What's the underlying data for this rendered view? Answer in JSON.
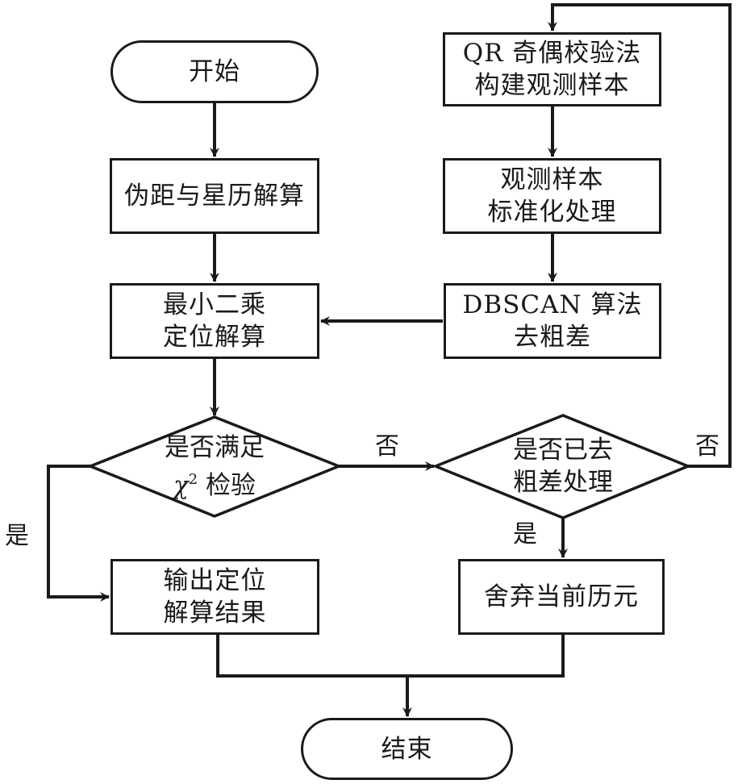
{
  "diagram": {
    "type": "flowchart",
    "nodes": {
      "start": {
        "kind": "terminal",
        "text": "开始"
      },
      "pseudorange": {
        "kind": "process",
        "lines": [
          "伪距与星历解算"
        ]
      },
      "least_squares": {
        "kind": "process",
        "lines": [
          "最小二乘",
          "定位解算"
        ]
      },
      "chi_check": {
        "kind": "decision",
        "line1": "是否满足",
        "chi_symbol": "χ",
        "chi_sup": "2",
        "line2_rest": "检验"
      },
      "output": {
        "kind": "process",
        "lines": [
          "输出定位",
          "解算结果"
        ]
      },
      "qr": {
        "kind": "process",
        "lines": [
          "QR 奇偶校验法",
          "构建观测样本"
        ]
      },
      "normalize": {
        "kind": "process",
        "lines": [
          "观测样本",
          "标准化处理"
        ]
      },
      "dbscan": {
        "kind": "process",
        "lines": [
          "DBSCAN 算法",
          "去粗差"
        ]
      },
      "removed_check": {
        "kind": "decision",
        "lines": [
          "是否已去",
          "粗差处理"
        ]
      },
      "discard": {
        "kind": "process",
        "lines": [
          "舍弃当前历元"
        ]
      },
      "end": {
        "kind": "terminal",
        "text": "结束"
      }
    },
    "edge_labels": {
      "chi_yes": "是",
      "chi_no": "否",
      "removed_yes": "是",
      "removed_no": "否"
    },
    "edges": [
      {
        "from": "start",
        "to": "pseudorange"
      },
      {
        "from": "pseudorange",
        "to": "least_squares"
      },
      {
        "from": "least_squares",
        "to": "chi_check"
      },
      {
        "from": "chi_check",
        "to": "output",
        "label": "是"
      },
      {
        "from": "chi_check",
        "to": "removed_check",
        "label": "否"
      },
      {
        "from": "removed_check",
        "to": "qr",
        "label": "否"
      },
      {
        "from": "removed_check",
        "to": "discard",
        "label": "是"
      },
      {
        "from": "qr",
        "to": "normalize"
      },
      {
        "from": "normalize",
        "to": "dbscan"
      },
      {
        "from": "dbscan",
        "to": "least_squares"
      },
      {
        "from": "output",
        "to": "end"
      },
      {
        "from": "discard",
        "to": "end"
      }
    ],
    "colors": {
      "stroke": "#1a1a1a",
      "background": "#ffffff"
    }
  }
}
